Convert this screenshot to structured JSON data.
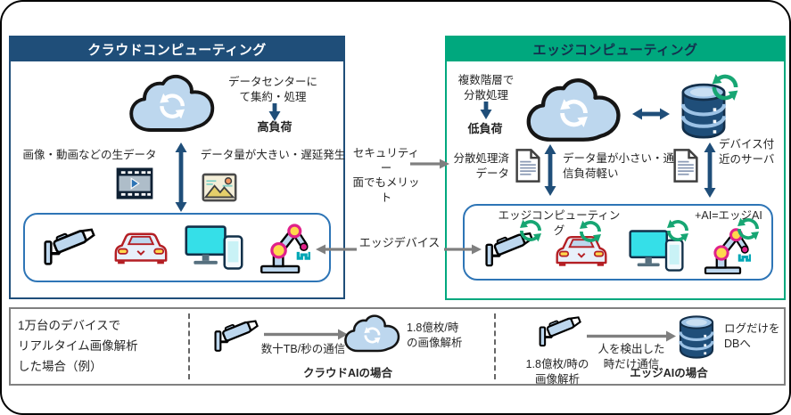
{
  "left_panel": {
    "title": "クラウドコンピューティング",
    "datacenter_note": "データセンターに\nて集約・処理",
    "high_load_label": "高負荷",
    "raw_data_label": "画像・動画などの生データ",
    "large_data_label": "データ量が大きい・遅延発生"
  },
  "middle": {
    "security_note": "セキュリティー\n面でもメリット",
    "edge_device_label": "エッジデバイス"
  },
  "right_panel": {
    "title": "エッジコンピューティング",
    "multi_layer_note": "複数階層で\n分散処理",
    "low_load_label": "低負荷",
    "distributed_data_label": "分散処理済\nデータ",
    "small_data_label": "データ量が小さい・通\n信負荷軽い",
    "near_server_label": "デバイス付\n近のサーバ",
    "device_box_label": "エッジコンピューティング",
    "edge_ai_label": "+AI=エッジAI"
  },
  "bottom_band": {
    "intro": "1万台のデバイスで\nリアルタイム画像解析\nした場合（例）",
    "cloud_case": {
      "comm_label": "数十TB/秒の通信",
      "analysis_label": "1.8億枚/時\nの画像解析",
      "caption": "クラウドAIの場合"
    },
    "edge_case": {
      "analysis_label": "1.8億枚/時の\n画像解析",
      "comm_label": "人を検出した\n時だけ通信",
      "db_label": "ログだけを\nDBへ",
      "caption": "エッジAIの場合"
    }
  },
  "colors": {
    "navy": "#1f4e79",
    "teal_green": "#00a87e",
    "box_border_blue": "#2e75b6",
    "arrow_gray": "#7f7f7f",
    "cloud_fill": "#bdd7ee",
    "sync_green": "#17a673",
    "band_border_gray": "#808080"
  },
  "icons": {
    "cloud_sync": "cloud-with-sync-arrows",
    "sync": "circular-refresh-arrows",
    "camera": "security-camera",
    "car": "connected-car",
    "devices": "monitor-and-smartphone",
    "robot": "robot-arm",
    "database": "database-cylinder",
    "document": "document-file",
    "film": "video-frames",
    "picture": "photo-image"
  }
}
